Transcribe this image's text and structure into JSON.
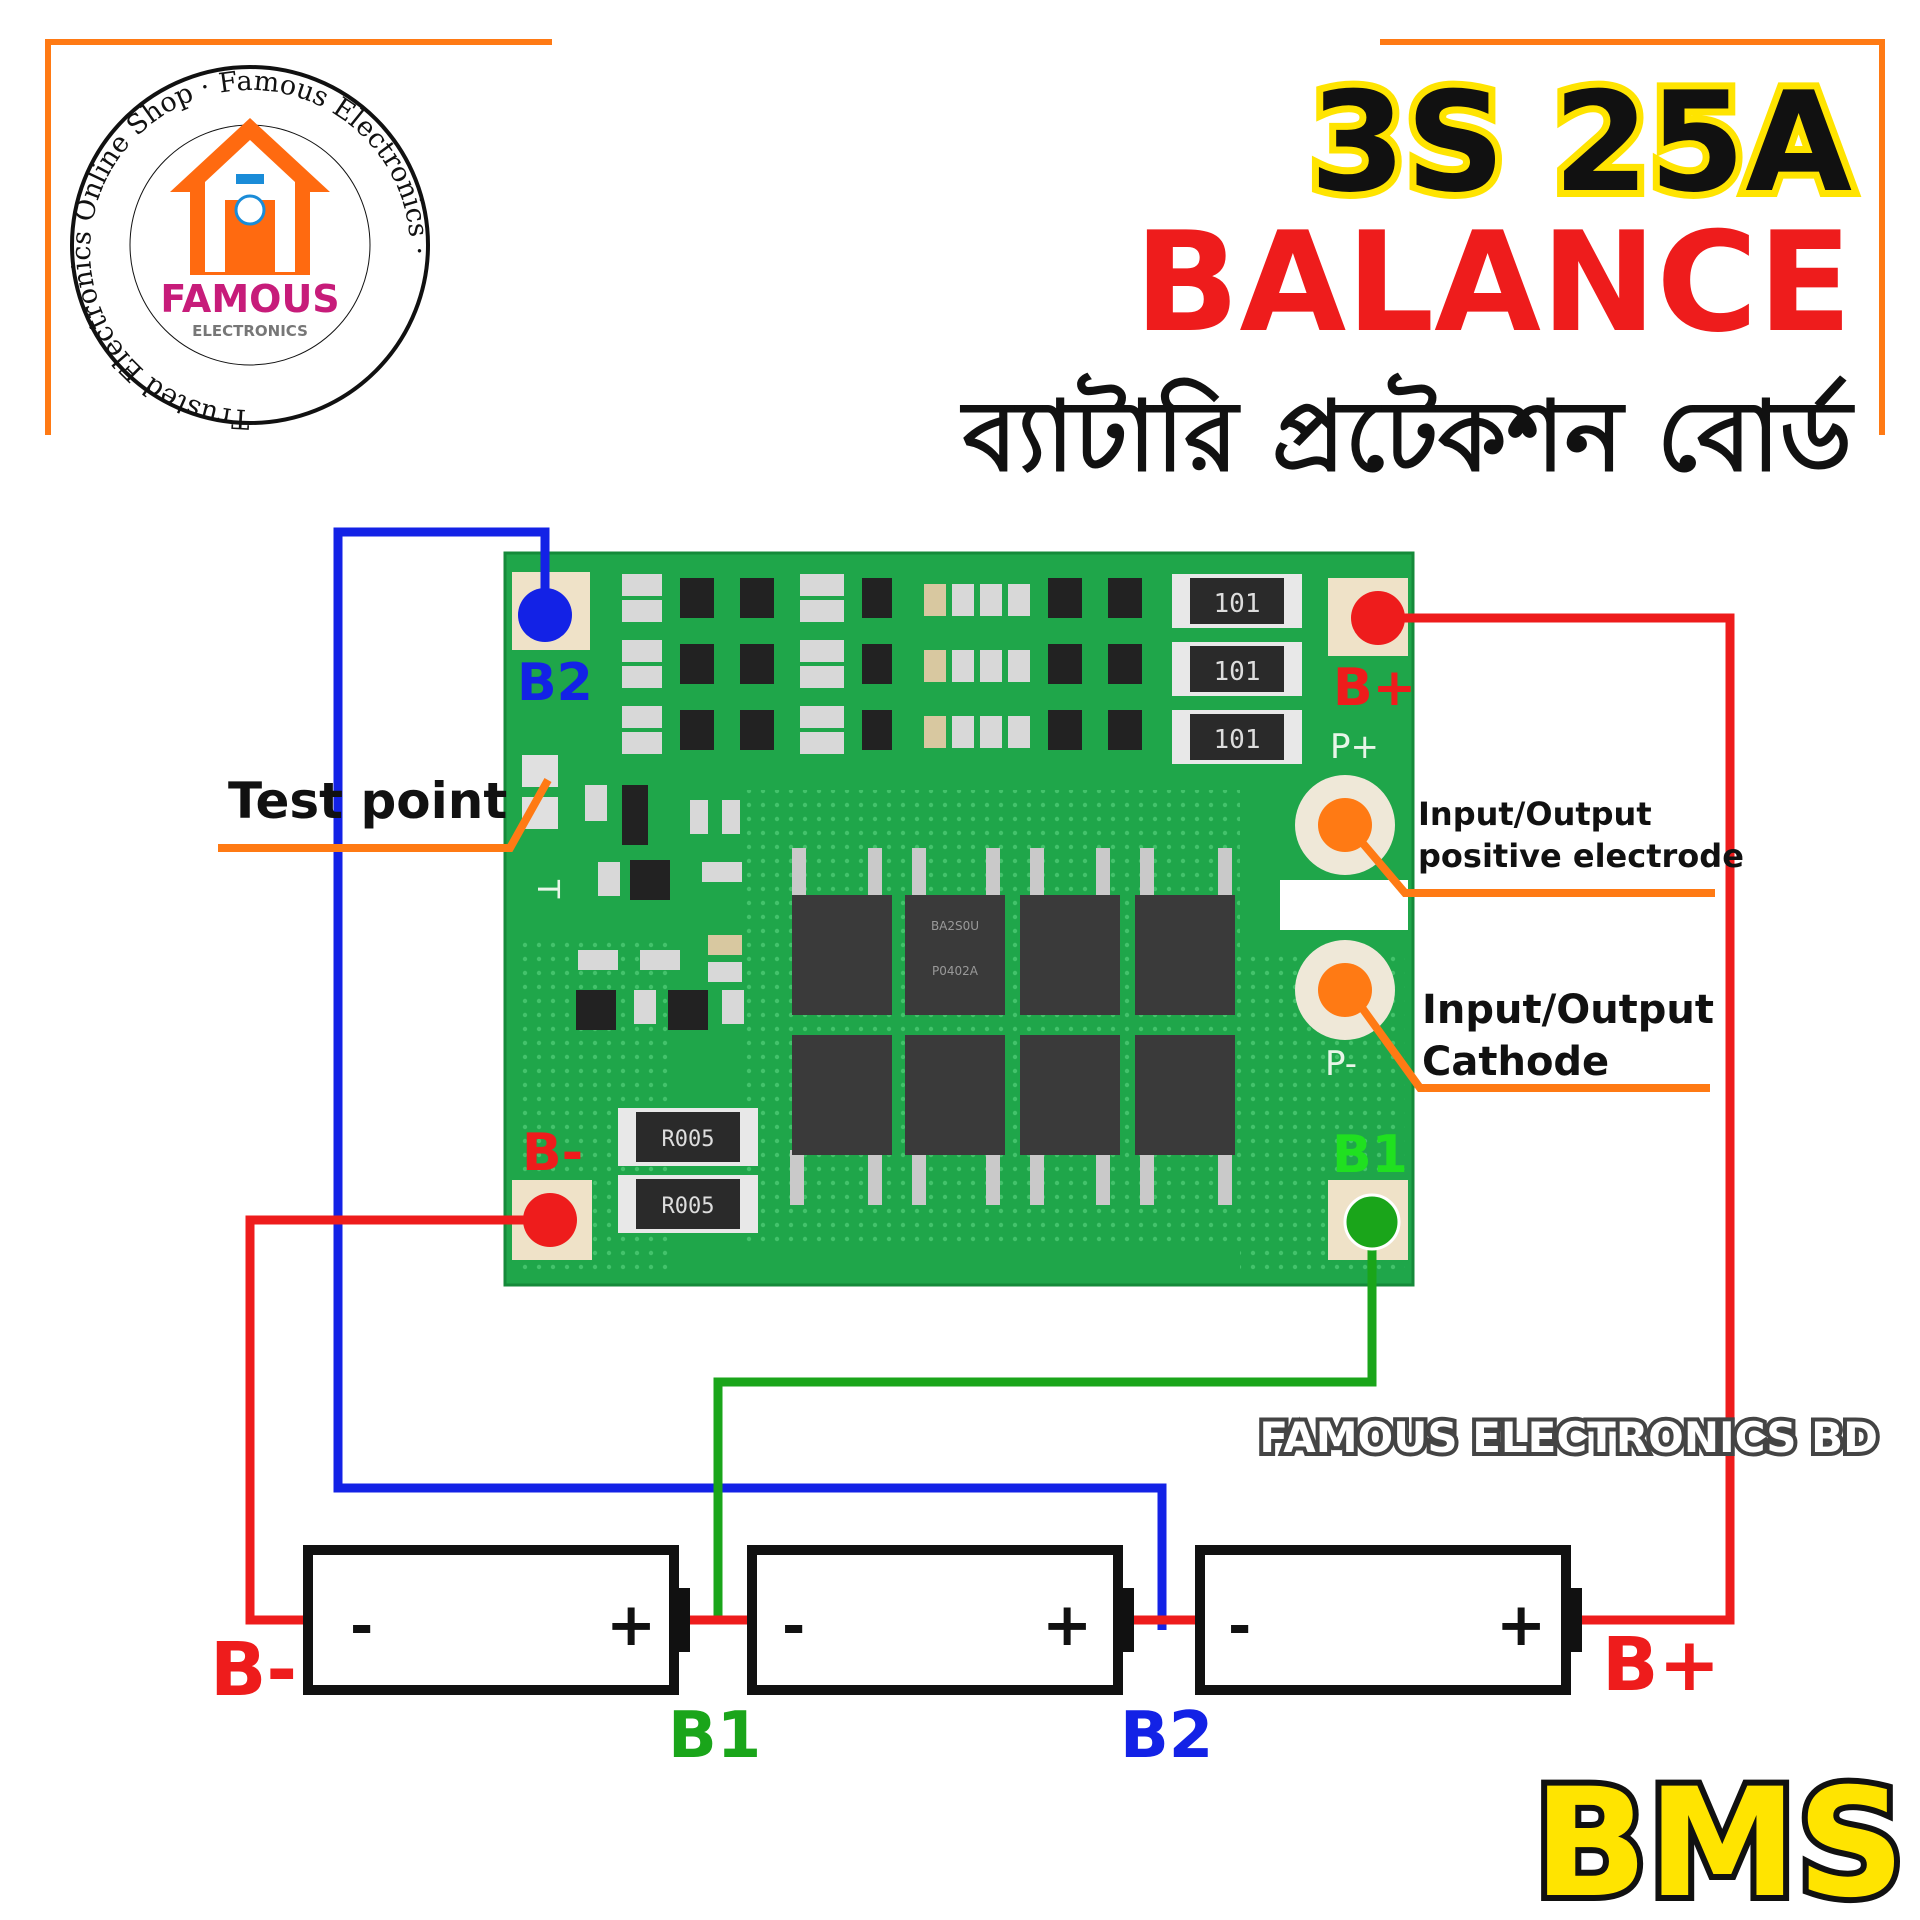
{
  "logo": {
    "ring_text": "Trusted Electronics Online Shop · Famous Electronics ·",
    "brand": "FAMOUS",
    "sub": "ELECTRONICS"
  },
  "title": {
    "line1": "3S 25A",
    "line2": "BALANCE",
    "line3": "ব্যাটারি প্রটেকশন বোর্ড"
  },
  "board": {
    "resistors_top": [
      "101",
      "101",
      "101"
    ],
    "resistors_bottom": [
      "R005",
      "R005"
    ],
    "mosfet_marks": [
      "BA2S0U",
      "P0402A"
    ],
    "silk_pplus": "P+",
    "silk_pminus": "P-",
    "silk_t": "T"
  },
  "labels": {
    "b2_pad": "B2",
    "bplus_pad": "B+",
    "bminus_pad": "B-",
    "b1_pad": "B1",
    "test_point": "Test point",
    "pos_electrode_1": "Input/Output",
    "pos_electrode_2": "positive electrode",
    "cathode_1": "Input/Output",
    "cathode_2": "Cathode",
    "watermark": "FAMOUS ELECTRONICS BD"
  },
  "batteries": [
    {
      "minus": "-",
      "plus": "+"
    },
    {
      "minus": "-",
      "plus": "+"
    },
    {
      "minus": "-",
      "plus": "+"
    }
  ],
  "bottom_labels": {
    "bminus": "B-",
    "b1": "B1",
    "b2": "B2",
    "bplus": "B+"
  },
  "badge": "BMS",
  "colors": {
    "orange": "#ff7a14",
    "red": "#ee1c1c",
    "blue": "#1322e6",
    "green": "#1aa51a",
    "yellow": "#ffe400",
    "pcb": "#1fa64a"
  }
}
